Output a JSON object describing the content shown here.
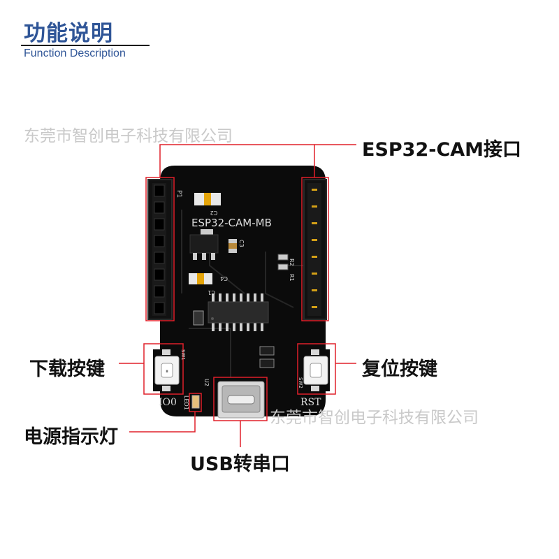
{
  "header": {
    "title": "功能说明",
    "subtitle": "Function Description"
  },
  "watermarks": [
    "东莞市智创电子科技有限公司",
    "东莞市智创电子科技有限公司"
  ],
  "board": {
    "title": "ESP32-CAM-MB",
    "silkscreen": {
      "p1": "P1",
      "c2": "C2",
      "c3": "C3",
      "c4": "C4",
      "c1": "C1",
      "r1": "R1",
      "r2": "R2",
      "u2": "U2",
      "led1": "LED1",
      "io0": "IO0",
      "rst": "RST",
      "sw1": "SW1",
      "sw2": "SW2"
    }
  },
  "callouts": {
    "esp32_cam_header": "ESP32-CAM接口",
    "download_button": "下载按键",
    "reset_button": "复位按键",
    "power_led": "电源指示灯",
    "usb_serial": "USB转串口"
  },
  "colors": {
    "accent": "#2f5597",
    "callout_line": "#e0202a",
    "pcb": "#0b0b0b"
  }
}
